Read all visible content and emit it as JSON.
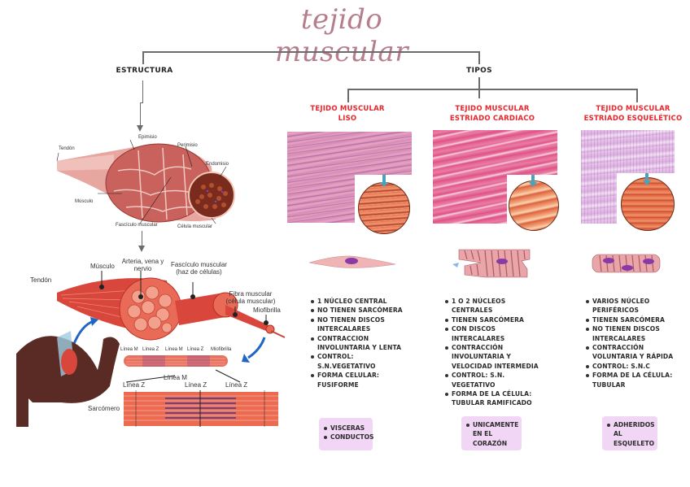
{
  "title": "tejido muscular",
  "branches": {
    "estructura": "ESTRUCTURA",
    "tipos": "TIPOS"
  },
  "anatomy_top": {
    "labels": {
      "tendon": "Tendón",
      "epimisio": "Epimisio",
      "perimisio": "Perimisio",
      "endomisio": "Endomisio",
      "musculo": "Músculo",
      "fasciculo": "Fascículo muscular",
      "celula": "Célula muscular"
    }
  },
  "anatomy_bottom": {
    "labels": {
      "tendon": "Tendón",
      "musculo": "Músculo",
      "arteria": "Arteria, vena y nervio",
      "fasciculo": "Fascículo muscular (haz de células)",
      "fibra": "Fibra muscular (célula muscular)",
      "miofibrilla": "Miofibrilla",
      "sarcomero": "Sarcómero",
      "linea_m_1": "Línea M",
      "linea_z_1": "Línea Z",
      "linea_m_2": "Línea M",
      "linea_z_2": "Línea Z",
      "miofibrilla_top": "Miofibrilla",
      "linea_m_3": "Línea M",
      "linea_z_left": "Línea Z",
      "linea_z_mid": "Línea Z",
      "linea_z_right": "Línea Z"
    }
  },
  "types": [
    {
      "title_line1": "TEJIDO MUSCULAR",
      "title_line2": "LISO",
      "features": [
        "1 NÚCLEO CENTRAL",
        "NO TIENEN SARCÓMERA",
        "NO TIENEN DISCOS INTERCALARES",
        "CONTRACCION INVOLUNTARIA Y LENTA",
        "CONTROL: S.N.VEGETATIVO",
        "FORMA CELULAR: FUSIFORME"
      ],
      "location": [
        "VISCERAS",
        "CONDUCTOS"
      ]
    },
    {
      "title_line1": "TEJIDO MUSCULAR",
      "title_line2": "ESTRIADO CARDIACO",
      "features": [
        "1 O 2 NÚCLEOS CENTRALES",
        "TIENEN SARCÓMERA",
        "CON DISCOS INTERCALARES",
        "CONTRACCIÓN INVOLUNTARIA Y VELOCIDAD INTERMEDIA",
        "CONTROL: S.N. VEGETATIVO",
        "FORMA DE LA CÉLULA: TUBULAR RAMIFICADO"
      ],
      "location": [
        "UNICAMENTE EN EL CORAZÓN"
      ]
    },
    {
      "title_line1": "TEJIDO MUSCULAR",
      "title_line2": "ESTRIADO ESQUELÉTICO",
      "features": [
        "VARIOS NÚCLEO PERIFÉRICOS",
        "TIENEN SARCÓMERA",
        "NO TIENEN DISCOS INTERCALARES",
        "CONTRACCIÓN VOLUNTARIA Y RÁPIDA",
        "CONTROL: S.N.C",
        "FORMA DE LA CÉLULA: TUBULAR"
      ],
      "location": [
        "ADHERIDOS AL ESQUELETO"
      ]
    }
  ],
  "colors": {
    "title": "#b67d8c",
    "type_heading": "#e8262c",
    "location_box": "#f2d6f5",
    "connector": "#6b6b6b"
  }
}
